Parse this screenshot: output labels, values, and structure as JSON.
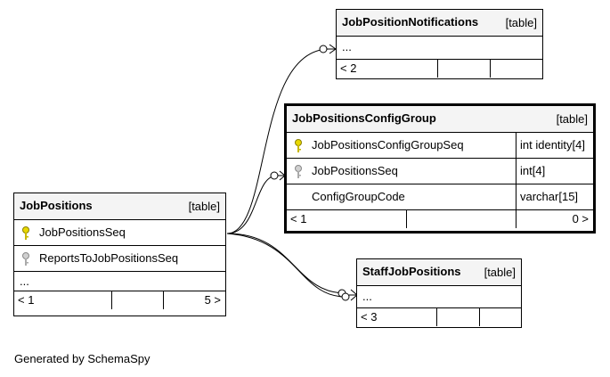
{
  "tables": {
    "job_positions": {
      "name": "JobPositions",
      "kind": "[table]",
      "columns": [
        {
          "name": "JobPositionsSeq",
          "key": "primary"
        },
        {
          "name": "ReportsToJobPositionsSeq",
          "key": "foreign"
        },
        {
          "name": "..."
        }
      ],
      "footer": {
        "left": "< 1",
        "right": "5 >"
      }
    },
    "job_position_notifications": {
      "name": "JobPositionNotifications",
      "kind": "[table]",
      "columns": [
        {
          "name": "..."
        }
      ],
      "footer": {
        "left": "< 2",
        "right": ""
      }
    },
    "job_positions_config_group": {
      "name": "JobPositionsConfigGroup",
      "kind": "[table]",
      "columns": [
        {
          "name": "JobPositionsConfigGroupSeq",
          "type": "int identity[4]",
          "key": "primary"
        },
        {
          "name": "JobPositionsSeq",
          "type": "int[4]",
          "key": "foreign"
        },
        {
          "name": "ConfigGroupCode",
          "type": "varchar[15]"
        }
      ],
      "footer": {
        "left": "< 1",
        "right": "0 >"
      }
    },
    "staff_job_positions": {
      "name": "StaffJobPositions",
      "kind": "[table]",
      "columns": [
        {
          "name": "..."
        }
      ],
      "footer": {
        "left": "< 3",
        "right": ""
      }
    }
  },
  "caption": "Generated by SchemaSpy",
  "colors": {
    "primary_key": "#e8d800",
    "foreign_key": "#b0b0b0",
    "header_bg": "#f4f4f4"
  }
}
